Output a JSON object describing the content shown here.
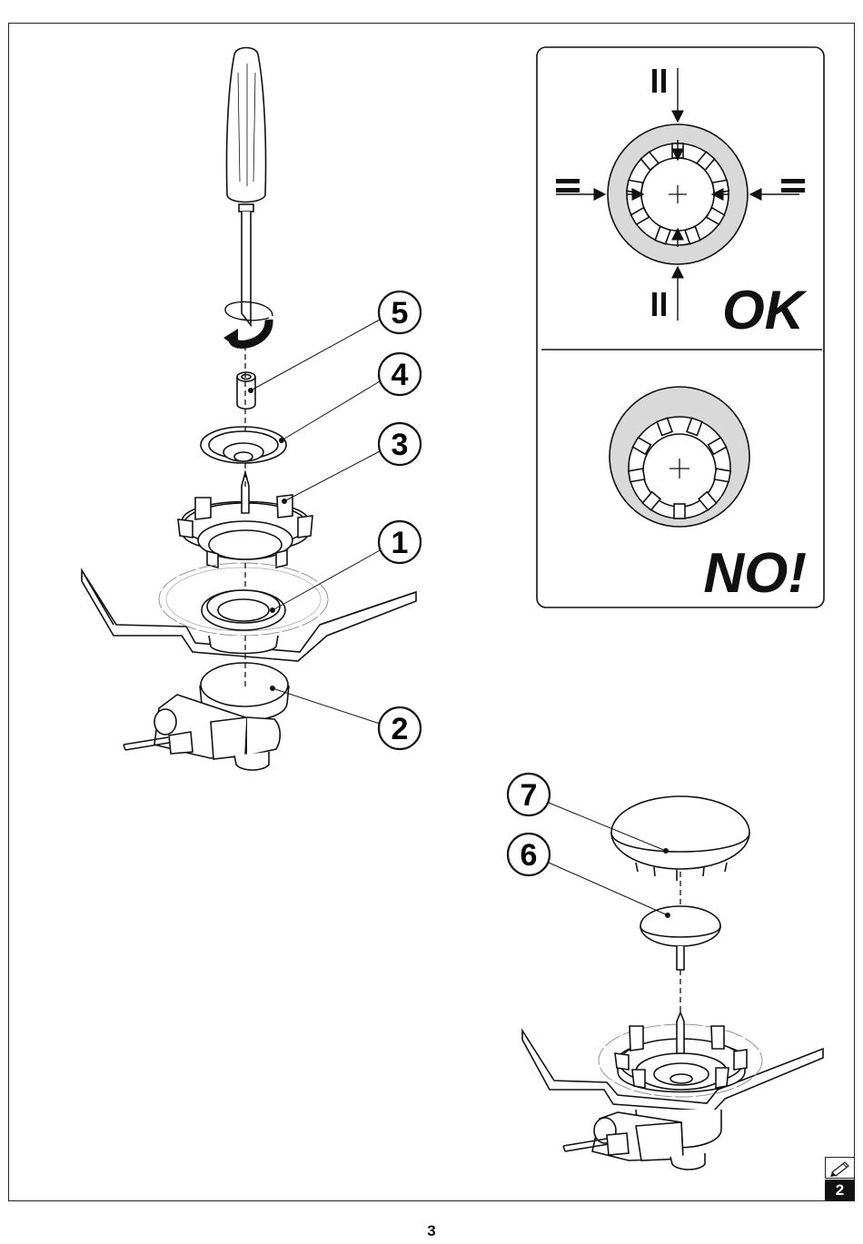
{
  "callouts": {
    "c1": "1",
    "c2": "2",
    "c3": "3",
    "c4": "4",
    "c5": "5",
    "c6": "6",
    "c7": "7"
  },
  "check_panel": {
    "ok_label": "OK",
    "no_label": "NO!"
  },
  "footer": {
    "figure_number": "2",
    "page_number": "3",
    "figure_icon": "pencil-icon"
  },
  "colors": {
    "line": "#1a1a1a",
    "ring_fill": "#d9d9d9",
    "background": "#ffffff"
  }
}
